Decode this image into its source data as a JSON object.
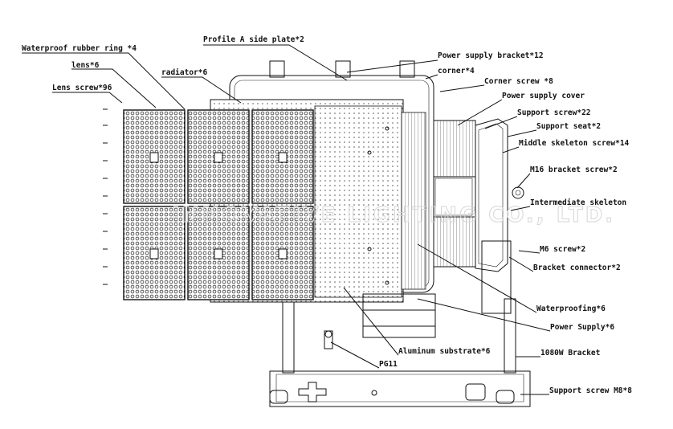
{
  "watermark": "INNOVATIVE LIGHTING CO., LTD.",
  "labels": {
    "waterproof_ring": "Waterproof rubber ring *4",
    "lens": "lens*6",
    "lens_screw": "Lens screw*96",
    "radiator": "radiator*6",
    "profile_plate": "Profile A side plate*2",
    "ps_bracket": "Power supply bracket*12",
    "corner": "corner*4",
    "corner_screw": "Corner screw *8",
    "ps_cover": "Power supply cover",
    "support_screw": "Support screw*22",
    "support_seat": "Support seat*2",
    "middle_screw": "Middle skeleton screw*14",
    "m16_screw": "M16 bracket screw*2",
    "intermediate": "Intermediate skeleton",
    "m6_screw": "M6 screw*2",
    "bracket_connector": "Bracket connector*2",
    "waterproofing": "Waterproofing*6",
    "power_supply": "Power Supply*6",
    "aluminum": "Aluminum substrate*6",
    "bracket": "1080W Bracket",
    "pg11": "PG11",
    "support_screw_m8": "Support screw M8*8"
  }
}
